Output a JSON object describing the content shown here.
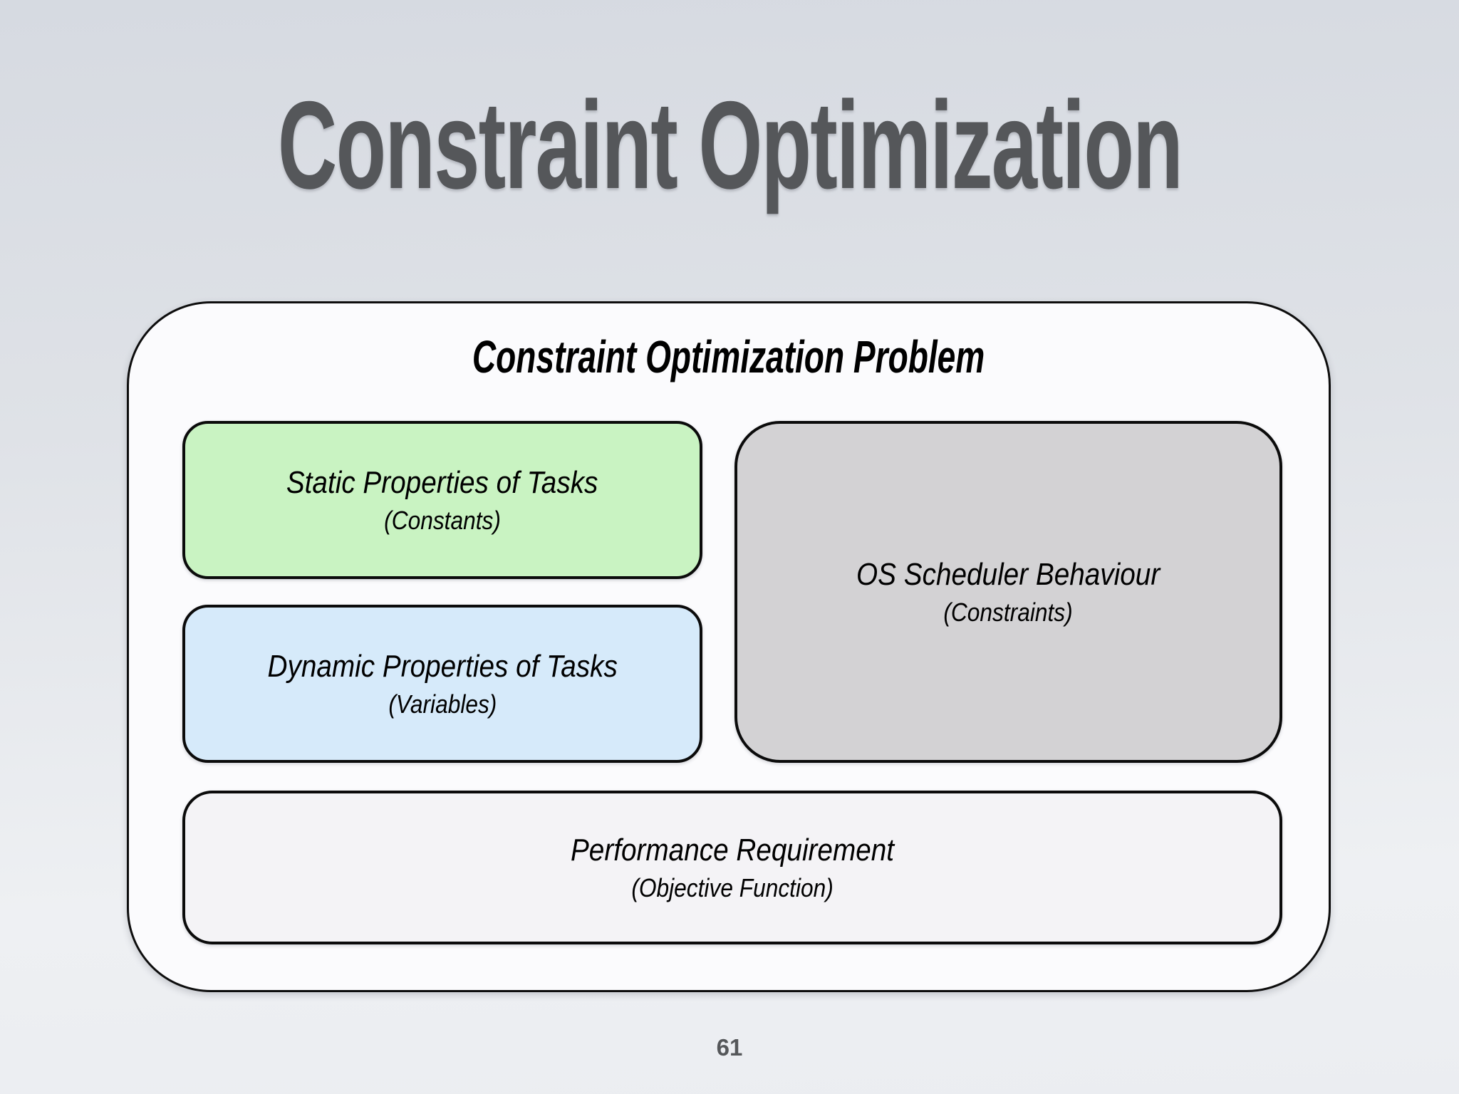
{
  "slide": {
    "title": "Constraint Optimization",
    "page_number": "61"
  },
  "diagram": {
    "container_label": "Constraint Optimization Problem",
    "boxes": {
      "static": {
        "label": "Static Properties of Tasks",
        "sublabel": "(Constants)",
        "fill": "#c9f3c2"
      },
      "dynamic": {
        "label": "Dynamic Properties of Tasks",
        "sublabel": "(Variables)",
        "fill": "#d6eafa"
      },
      "scheduler": {
        "label": "OS Scheduler Behaviour",
        "sublabel": "(Constraints)",
        "fill": "#d3d2d4"
      },
      "performance": {
        "label": "Performance Requirement",
        "sublabel": "(Objective Function)",
        "fill": "#f4f3f6"
      }
    },
    "colors": {
      "container_fill": "#fbfbfd",
      "box_border": "#0b0b0b",
      "title_text": "#55575a",
      "label_text": "#000000",
      "background_top": "#d6dae1",
      "background_bottom": "#ebedf1"
    }
  }
}
